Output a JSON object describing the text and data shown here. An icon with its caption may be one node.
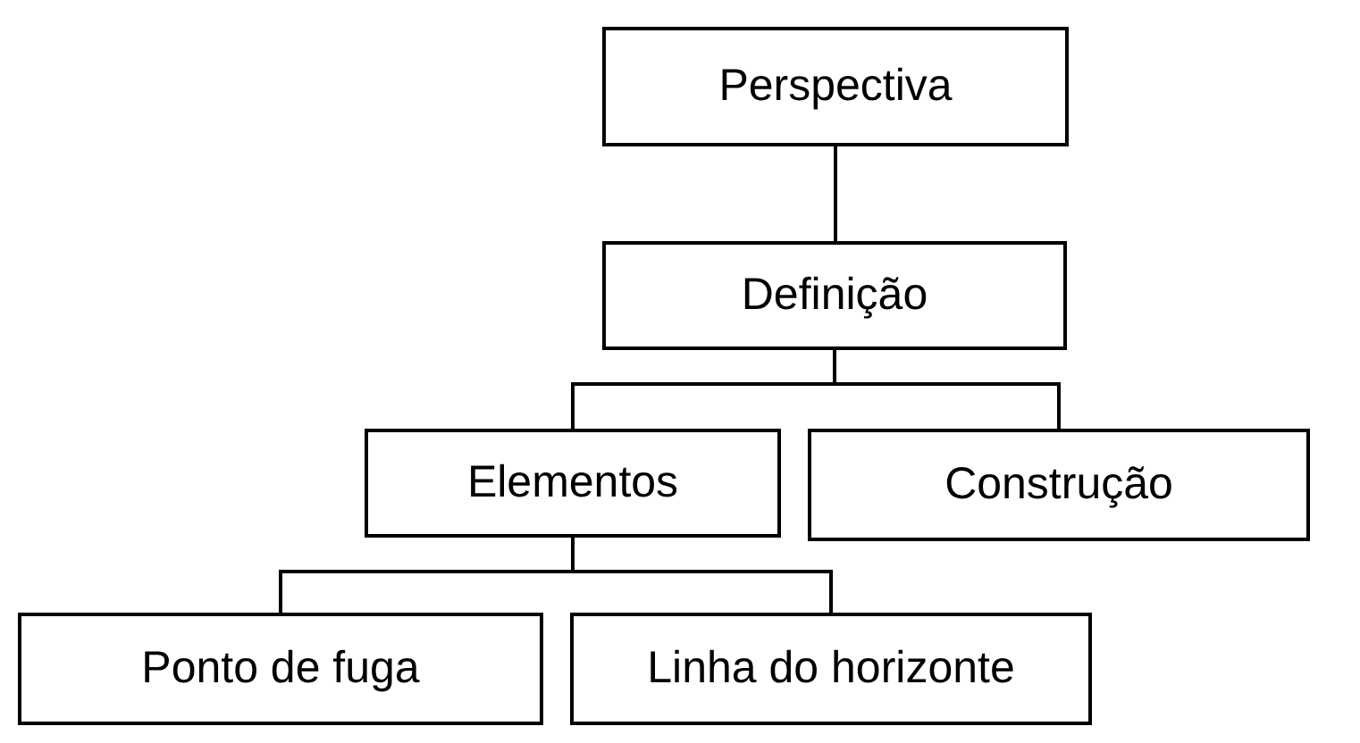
{
  "diagram": {
    "nodes": [
      {
        "text": [
          "Perspectiva"
        ]
      },
      {
        "text": [
          "Definição"
        ]
      },
      {
        "text": [
          "Elementos"
        ]
      },
      {
        "text": [
          "Construção"
        ]
      },
      {
        "text": [
          "Ponto de fuga"
        ]
      },
      {
        "text": [
          "Linha do horizonte"
        ]
      }
    ],
    "edges": [
      {
        "from": 0,
        "to": 1,
        "arrow": "none"
      },
      {
        "from": 1,
        "to": 2,
        "arrow": "none"
      },
      {
        "from": 1,
        "to": 3,
        "arrow": "none"
      },
      {
        "from": 2,
        "to": 4,
        "arrow": "none"
      },
      {
        "from": 2,
        "to": 5,
        "arrow": "none"
      }
    ]
  }
}
